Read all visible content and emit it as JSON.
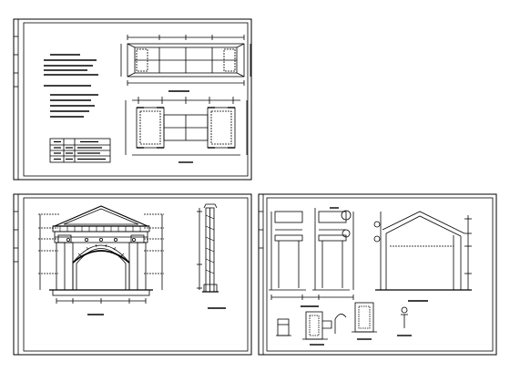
{
  "image": {
    "subject": "",
    "colors": {
      "background": "#ffffff",
      "line": "#000000"
    }
  },
  "sheets": [
    {
      "id": "sheet-1",
      "contents": [
        "notes-block",
        "material-table",
        "roof-plan",
        "floor-plan"
      ],
      "table": {
        "rows": 4,
        "columns": 3
      }
    },
    {
      "id": "sheet-2",
      "contents": [
        "front-elevation",
        "wall-section"
      ]
    },
    {
      "id": "sheet-3",
      "contents": [
        "side-elevations",
        "gable-elevation",
        "detail-sections"
      ]
    }
  ]
}
